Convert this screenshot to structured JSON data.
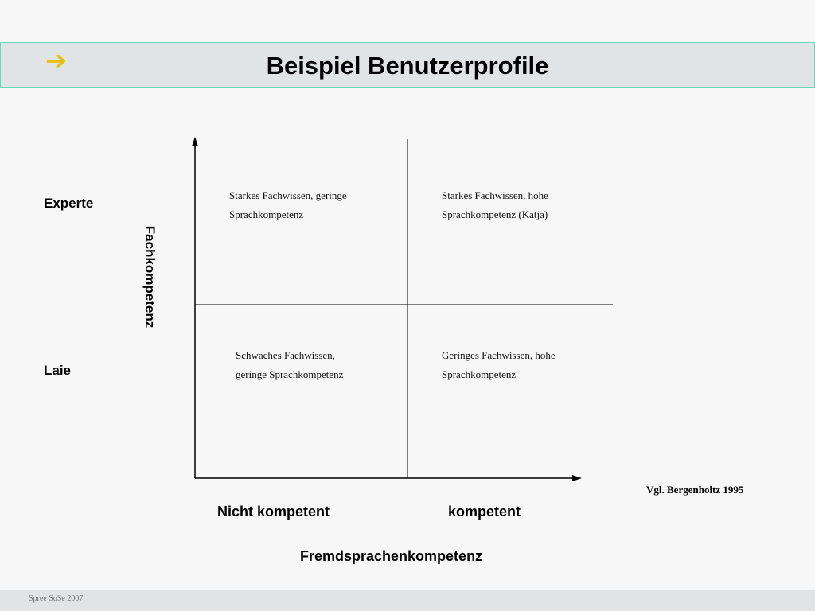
{
  "title": {
    "text": "Beispiel Benutzerprofile",
    "arrow_icon": "arrow-right-icon",
    "arrow_color": "#e6c200"
  },
  "diagram": {
    "y_axis_label": "Fachkompetenz",
    "x_axis_label": "Fremdsprachenkompetenz",
    "y_levels": {
      "high": "Experte",
      "low": "Laie"
    },
    "x_levels": {
      "low": "Nicht kompetent",
      "high": "kompetent"
    },
    "quadrants": {
      "top_left": {
        "line1": "Starkes Fachwissen, geringe",
        "line2": "Sprachkompetenz"
      },
      "top_right": {
        "line1": "Starkes Fachwissen, hohe",
        "line2": "Sprachkompetenz (Katja)"
      },
      "bottom_left": {
        "line1": "Schwaches Fachwissen,",
        "line2": "geringe Sprachkompetenz"
      },
      "bottom_right": {
        "line1": "Geringes Fachwissen, hohe",
        "line2": "Sprachkompetenz"
      }
    },
    "source": "Vgl. Bergenholtz 1995"
  },
  "footer": {
    "text": "Spree SoSe 2007"
  }
}
